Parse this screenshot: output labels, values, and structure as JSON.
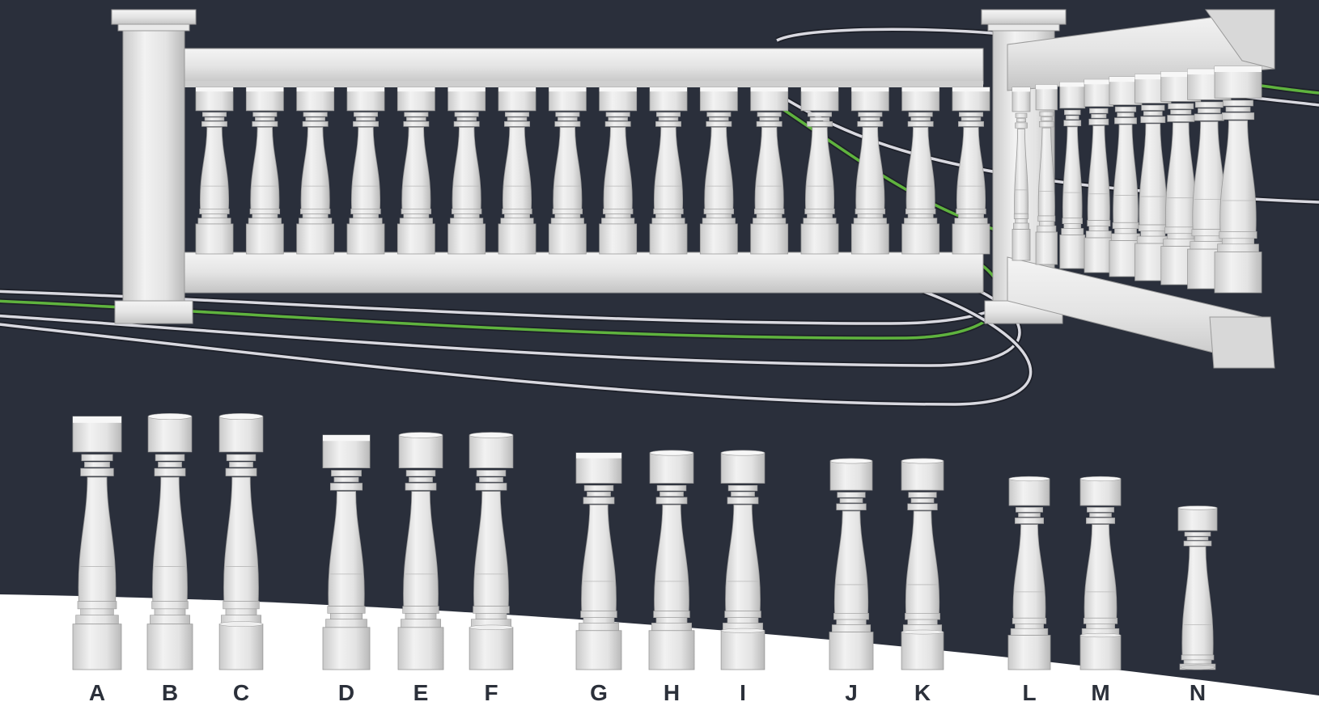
{
  "scene": {
    "background_color": "#2a2f3b",
    "floor_color": "#ffffff",
    "stone_color": "#e6e6e6",
    "stone_shade": "#c7c7c7",
    "stone_dark": "#a9a9a9",
    "highlight_line_color": "#5fb33e",
    "curve_line_color": "#d9d9e0",
    "label_color": "#2b303a",
    "railing_balusters": 16,
    "side_railing_balusters": 9
  },
  "balusters": [
    {
      "label": "A",
      "top": "square",
      "base": "square"
    },
    {
      "label": "B",
      "top": "round",
      "base": "square"
    },
    {
      "label": "C",
      "top": "round",
      "base": "round"
    },
    {
      "label": "D",
      "top": "square",
      "base": "square"
    },
    {
      "label": "E",
      "top": "round",
      "base": "square"
    },
    {
      "label": "F",
      "top": "round",
      "base": "round"
    },
    {
      "label": "G",
      "top": "square",
      "base": "square"
    },
    {
      "label": "H",
      "top": "round",
      "base": "square"
    },
    {
      "label": "I",
      "top": "round",
      "base": "round"
    },
    {
      "label": "J",
      "top": "round",
      "base": "square"
    },
    {
      "label": "K",
      "top": "round",
      "base": "round"
    },
    {
      "label": "L",
      "top": "round",
      "base": "square"
    },
    {
      "label": "M",
      "top": "round",
      "base": "round"
    },
    {
      "label": "N",
      "top": "round",
      "base": "none"
    }
  ]
}
